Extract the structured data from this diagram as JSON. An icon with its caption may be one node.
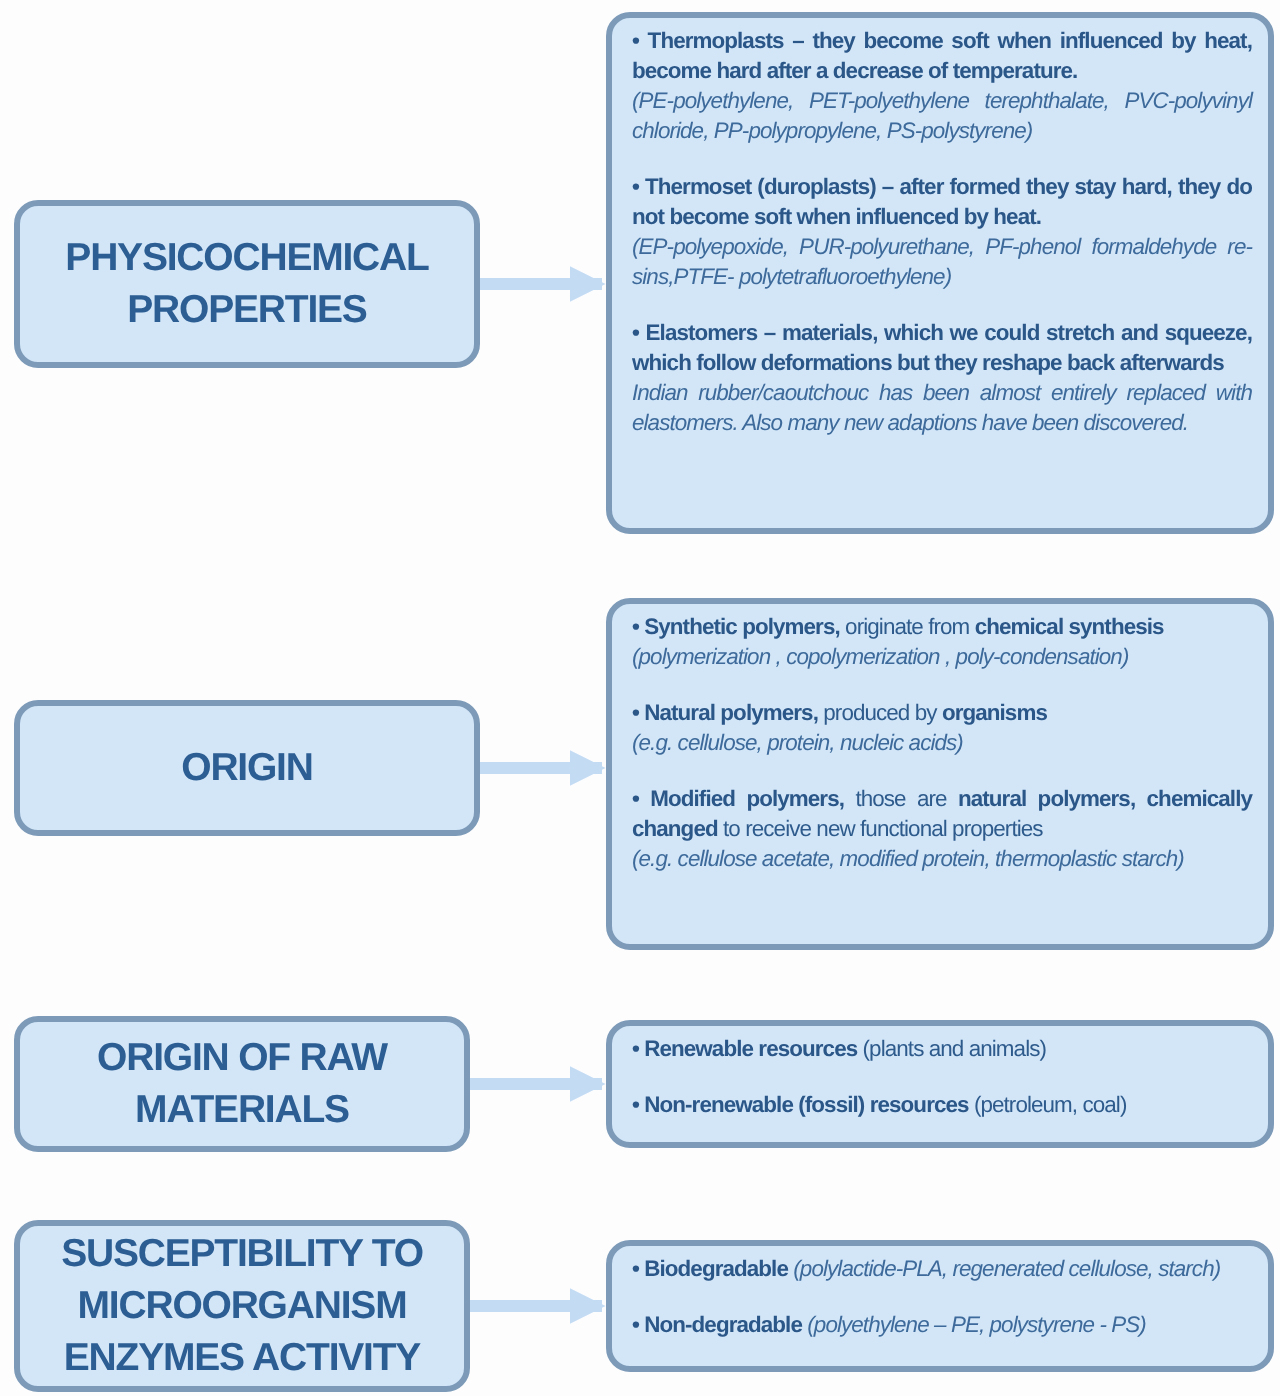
{
  "diagram": {
    "nodes": [
      {
        "text": [
          "PHYSICOCHEMICAL PROPERTIES"
        ]
      },
      {
        "text": [
          "ORIGIN"
        ]
      },
      {
        "text": [
          "ORIGIN OF RAW MATERIALS"
        ]
      },
      {
        "text": [
          "SUSCEPTIBILITY TO MICROORGANISM ENZYMES ACTIVITY"
        ]
      },
      {
        "text": [
          "**• Thermoplasts – they become soft when influenced by heat, become hard after a decrease of temperature.**",
          "*(PE-polyethylene, PET-polyethylene terephthalate, PVC-polyvinyl chloride, PP-polypropylene, PS-polystyrene)*",
          "**• Thermoset (duroplasts) – after formed they stay hard, they do not become soft when influenced by heat.**",
          "*(EP-polyepoxide, PUR-polyurethane, PF-phenol formaldehyde re-sins,PTFE- polytetrafluoroethylene)*",
          "**• Elastomers – materials, which we could stretch and squeeze, which follow deformations but they  reshape back afterwards**",
          "*Indian rubber/caoutchouc has been almost entirely replaced with elastomers. Also many new adaptions have been discovered.*"
        ]
      },
      {
        "text": [
          "**• Synthetic polymers,** originate from **chemical synthesis**",
          "*(polymerization , copolymerization , poly-condensation)*",
          "**• Natural polymers,** produced by **organisms**",
          "*(e.g. cellulose, protein, nucleic acids)*",
          "**• Modified polymers,** those are **natural polymers, chemically changed** to receive new functional properties",
          "*(e.g. cellulose acetate, modified protein, thermoplastic starch)*"
        ]
      },
      {
        "text": [
          "**• Renewable resources** (plants and animals)",
          "**• Non-renewable (fossil) resources** (petroleum, coal)"
        ]
      },
      {
        "text": [
          "**• Biodegradable** *(polylactide-PLA, regenerated cellulose, starch)*",
          "**• Non-degradable** *(polyethylene – PE, polystyrene - PS)*"
        ]
      }
    ],
    "edges": [
      {
        "from": 0,
        "to": 4,
        "arrow": "to"
      },
      {
        "from": 1,
        "to": 5,
        "arrow": "to"
      },
      {
        "from": 2,
        "to": 6,
        "arrow": "to"
      },
      {
        "from": 3,
        "to": 7,
        "arrow": "to"
      }
    ]
  }
}
